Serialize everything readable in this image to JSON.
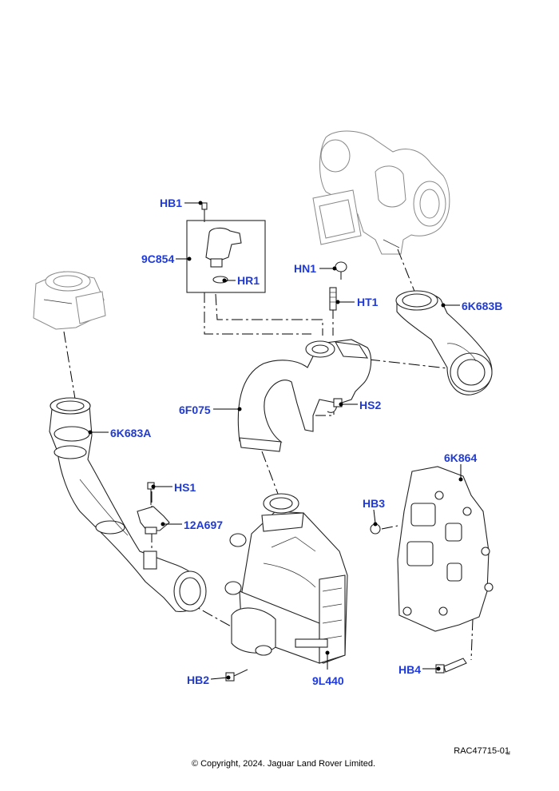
{
  "labels": {
    "hb1": "HB1",
    "c9c854": "9C854",
    "hr1": "HR1",
    "hn1": "HN1",
    "ht1": "HT1",
    "c6k683b": "6K683B",
    "c6f075": "6F075",
    "hs2": "HS2",
    "c6k683a": "6K683A",
    "c6k864": "6K864",
    "hs1": "HS1",
    "hb3": "HB3",
    "c12a697": "12A697",
    "hb2": "HB2",
    "c9l440": "9L440",
    "hb4": "HB4"
  },
  "footer": {
    "reference": "RAC47715-01",
    "copyright": "© Copyright, 2024. Jaguar Land Rover Limited."
  },
  "colors": {
    "label": "#1f3ad8",
    "line": "#222222",
    "ghost": "#888888"
  }
}
